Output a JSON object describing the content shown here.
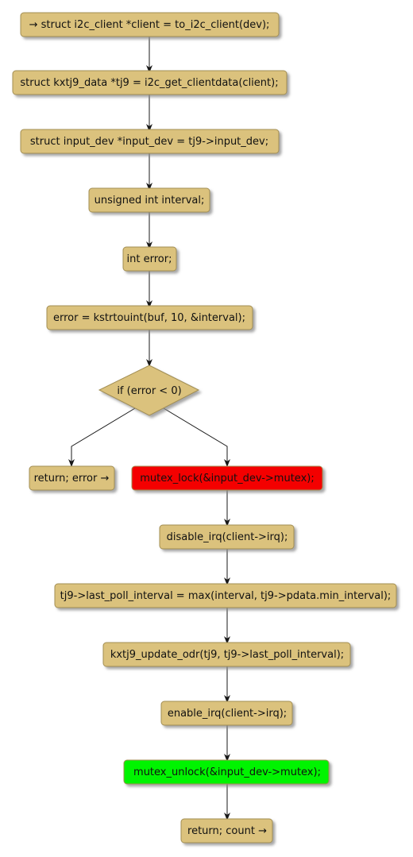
{
  "diagram": {
    "nodes": {
      "client": {
        "text": "→ struct i2c_client *client = to_i2c_client(dev);",
        "fill": "#dbc27d"
      },
      "tj9": {
        "text": "struct kxtj9_data *tj9 = i2c_get_clientdata(client);",
        "fill": "#dbc27d"
      },
      "input_dev": {
        "text": "struct input_dev *input_dev = tj9->input_dev;",
        "fill": "#dbc27d"
      },
      "interval": {
        "text": "unsigned int interval;",
        "fill": "#dbc27d"
      },
      "error": {
        "text": "int error;",
        "fill": "#dbc27d"
      },
      "kstrtouint": {
        "text": "error = kstrtouint(buf, 10, &interval);",
        "fill": "#dbc27d"
      },
      "if_error": {
        "text": "if (error < 0)",
        "fill": "#dbc27d"
      },
      "return_error": {
        "text": "return; error →",
        "fill": "#dbc27d"
      },
      "mutex_lock": {
        "text": "mutex_lock(&input_dev->mutex);",
        "fill": "#f40000"
      },
      "disable_irq": {
        "text": "disable_irq(client->irq);",
        "fill": "#dbc27d"
      },
      "last_poll": {
        "text": "tj9->last_poll_interval = max(interval, tj9->pdata.min_interval);",
        "fill": "#dbc27d"
      },
      "update_odr": {
        "text": "kxtj9_update_odr(tj9, tj9->last_poll_interval);",
        "fill": "#dbc27d"
      },
      "enable_irq": {
        "text": "enable_irq(client->irq);",
        "fill": "#dbc27d"
      },
      "mutex_unlock": {
        "text": "mutex_unlock(&input_dev->mutex);",
        "fill": "#00f400"
      },
      "return_count": {
        "text": "return; count →",
        "fill": "#dbc27d"
      }
    },
    "colors": {
      "box_border": "#a28e53",
      "shadow": "#a4a4a4",
      "arrow": "#181818"
    }
  }
}
